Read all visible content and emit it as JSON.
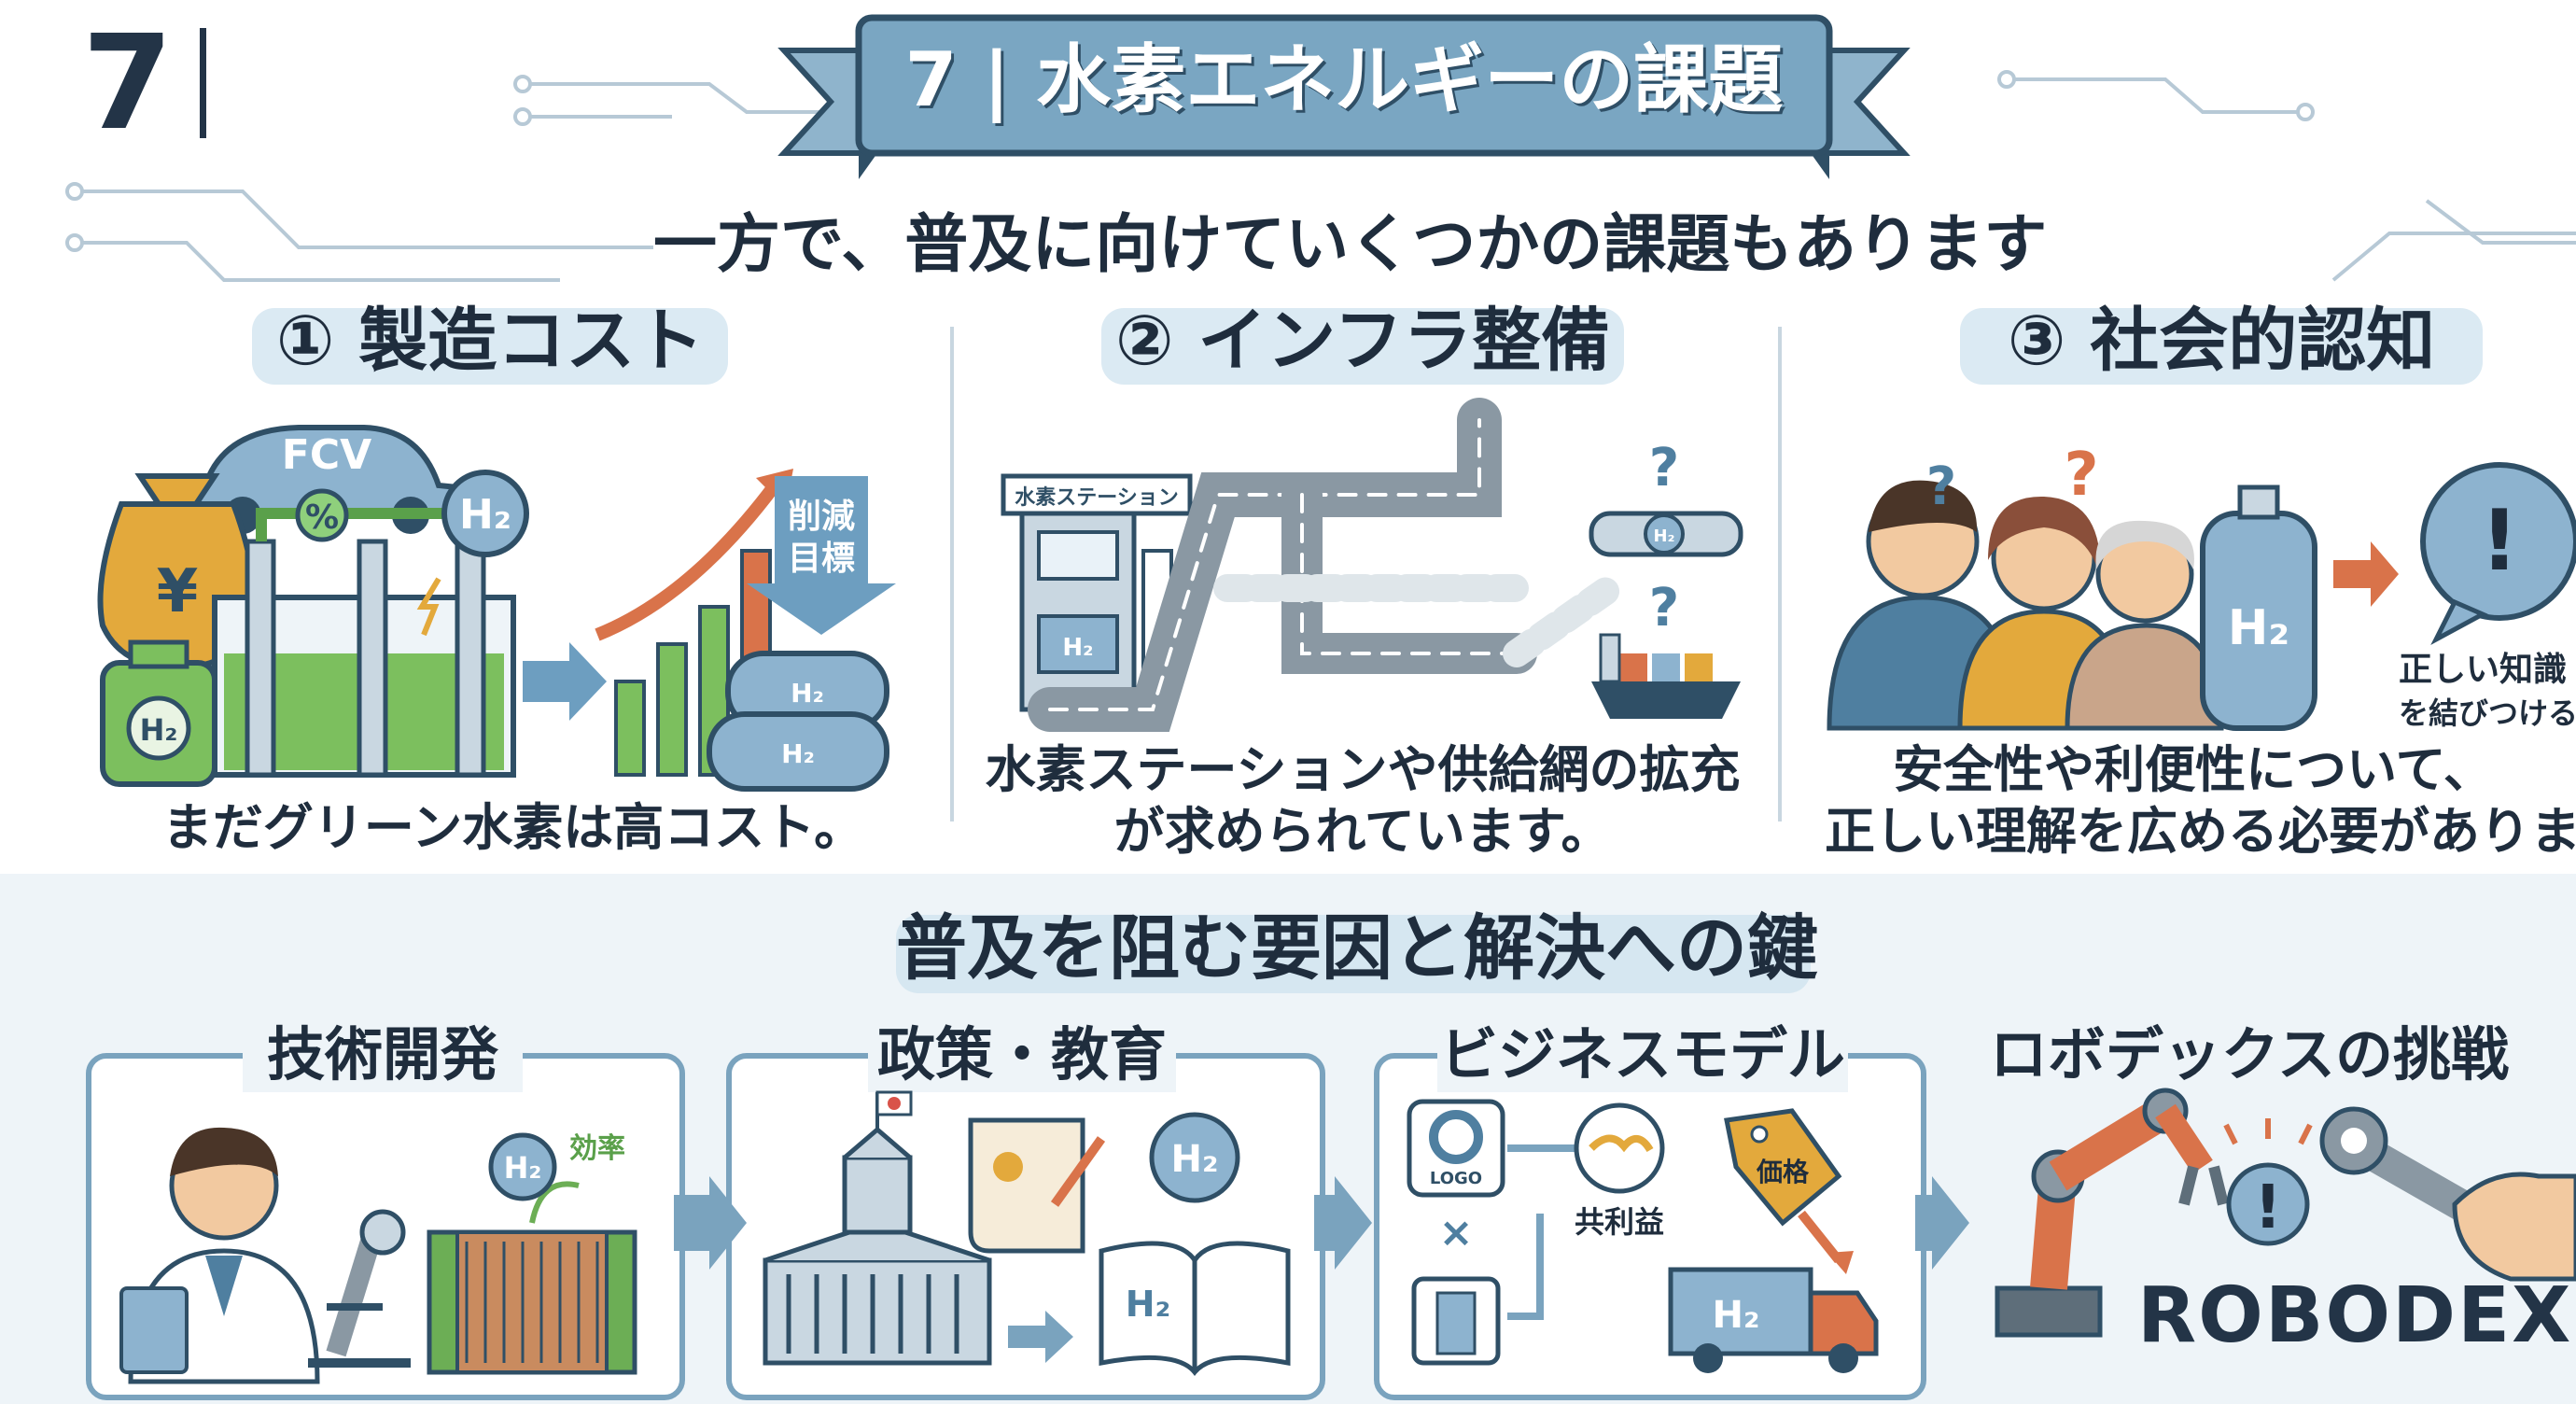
{
  "page_number": "7",
  "banner_title": "7 | 水素エネルギーの課題",
  "subtitle": "一方で、普及に向けていくつかの課題もあります",
  "challenges": [
    {
      "heading": "① 製造コスト",
      "labels": {
        "car": "FCV",
        "percent": "%",
        "yen": "¥",
        "h2": "H₂",
        "tank": "H₂",
        "reduce": "削減\n目標",
        "cyl1": "H₂",
        "cyl2": "H₂"
      },
      "caption": "まだグリーン水素は高コスト。"
    },
    {
      "heading": "② インフラ整備",
      "labels": {
        "station": "水素ステーション",
        "pump": "H₂",
        "pipe": "H₂",
        "q1": "?",
        "q2": "?"
      },
      "caption_line1": "水素ステーションや供給網の拡充",
      "caption_line2": "が求められています。"
    },
    {
      "heading": "③ 社会的認知",
      "labels": {
        "q1": "?",
        "q2": "?",
        "tank": "H₂",
        "exclaim": "!",
        "note_line1": "正しい知識",
        "note_line2": "を結びつける"
      },
      "caption_line1": "安全性や利便性について、",
      "caption_line2": "正しい理解を広める必要があります"
    }
  ],
  "section2_title": "普及を阻む要因と解決への鍵",
  "keys": [
    {
      "heading": "技術開発",
      "labels": {
        "h2": "H₂",
        "efficiency": "効率"
      }
    },
    {
      "heading": "政策・教育",
      "labels": {
        "h2_circle": "H₂",
        "book": "H₂"
      }
    },
    {
      "heading": "ビジネスモデル",
      "labels": {
        "logo": "LOGO",
        "times": "×",
        "mutual": "共利益",
        "price": "価格",
        "truck": "H₂"
      }
    },
    {
      "heading": "ロボデックスの挑戦",
      "labels": {
        "exclaim": "!",
        "brand": "ROBODEX"
      }
    }
  ],
  "colors": {
    "navy": "#1f2d3d",
    "accent_blue": "#4f8fb8",
    "light_blue": "#dbeaf3",
    "green": "#6cae55",
    "orange": "#d9734a",
    "gold": "#e3a93c"
  }
}
